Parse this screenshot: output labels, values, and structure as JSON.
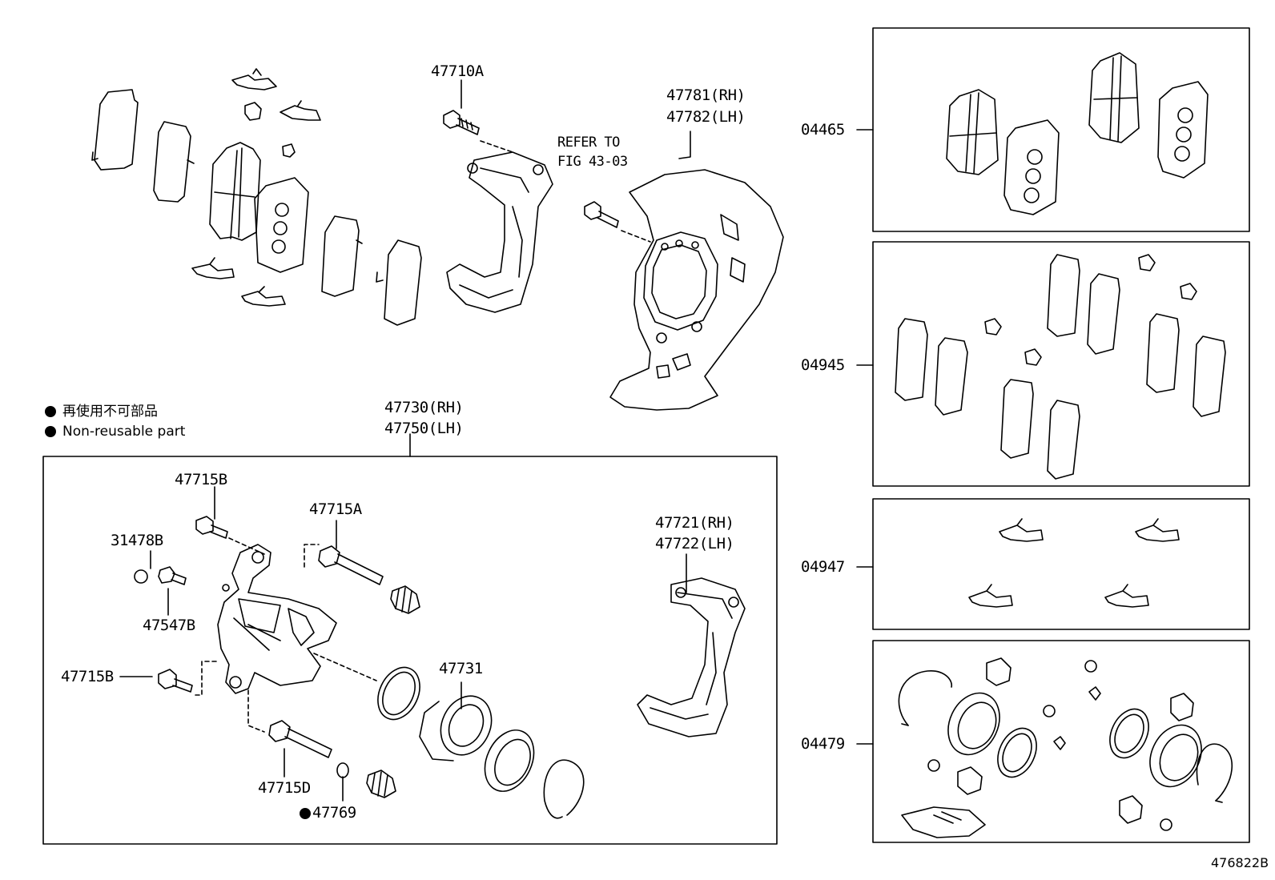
{
  "legend": {
    "jp": "再使用不可部品",
    "en": "Non-reusable part"
  },
  "labels": {
    "p47710A": "47710A",
    "p47781": "47781(RH)",
    "p47782": "47782(LH)",
    "refer1": "REFER TO",
    "refer2": "FIG 43-03",
    "p47730": "47730(RH)",
    "p47750": "47750(LH)",
    "p47715B_top": "47715B",
    "p47715A": "47715A",
    "p31478B": "31478B",
    "p47547B": "47547B",
    "p47715B_low": "47715B",
    "p47731": "47731",
    "p47715D": "47715D",
    "p47769": "47769",
    "p47721": "47721(RH)",
    "p47722": "47722(LH)",
    "k04465": "04465",
    "k04945": "04945",
    "k04947": "04947",
    "k04479": "04479"
  },
  "figure_id": "476822B"
}
